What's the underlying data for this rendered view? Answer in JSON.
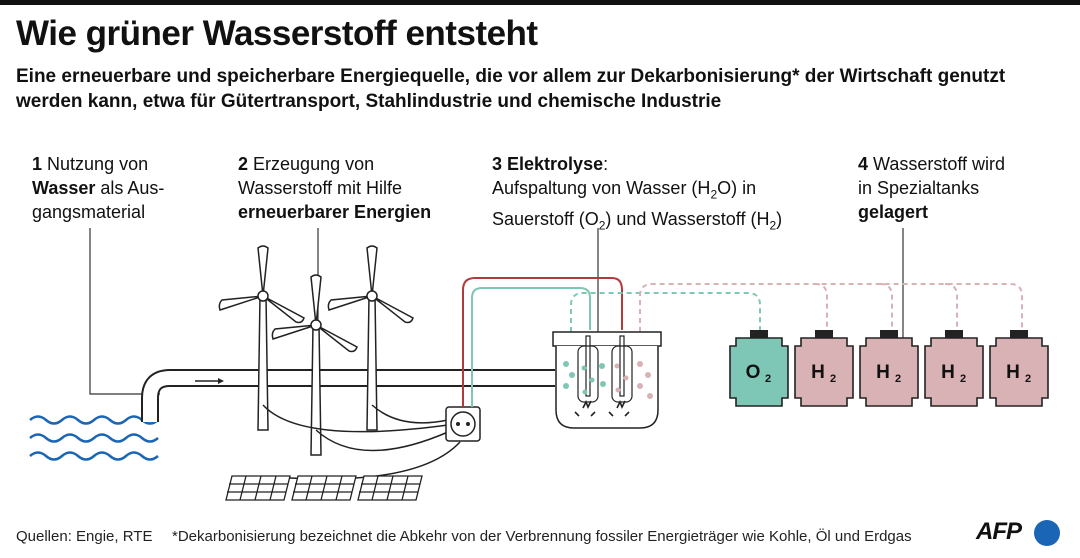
{
  "title": "Wie grüner Wasserstoff entsteht",
  "subtitle": "Eine erneuerbare und speicherbare Energiequelle, die vor allem zur Dekarbonisierung* der Wirtschaft genutzt werden kann, etwa für Gütertransport, Stahlindustrie und chemische Industrie",
  "steps": [
    {
      "num": "1",
      "pre": "Nutzung von",
      "bold": "Wasser",
      "post": "als Aus-gangsmaterial"
    },
    {
      "num": "2",
      "line1": "Erzeugung von",
      "line2": "Wasserstoff mit Hilfe",
      "bold": "erneuerbarer Energien"
    },
    {
      "num": "3",
      "bold": "Elektrolyse",
      "line1": "Aufspaltung von Wasser (H",
      "line1b": "O) in",
      "line2": "Sauerstoff (O",
      "line2b": ") und Wasserstoff (H",
      "line2c": ")"
    },
    {
      "num": "4",
      "line1": "Wasserstoff wird",
      "line2": "in Spezialtanks",
      "bold": "gelagert"
    }
  ],
  "tanks": [
    {
      "label": "O",
      "sub": "2",
      "color": "#7ec7b6"
    },
    {
      "label": "H",
      "sub": "2",
      "color": "#d8b2b5"
    },
    {
      "label": "H",
      "sub": "2",
      "color": "#d8b2b5"
    },
    {
      "label": "H",
      "sub": "2",
      "color": "#d8b2b5"
    },
    {
      "label": "H",
      "sub": "2",
      "color": "#d8b2b5"
    }
  ],
  "colors": {
    "oxygen": "#7ec7b6",
    "hydrogen": "#d8b2b5",
    "wire": "#b23a3a",
    "logo": "#1a65b5"
  },
  "footer": {
    "sources": "Quellen: Engie, RTE",
    "note": "*Dekarbonisierung bezeichnet die Abkehr von der Verbrennung fossiler Energieträger wie Kohle, Öl und Erdgas"
  },
  "logo": "AFP"
}
